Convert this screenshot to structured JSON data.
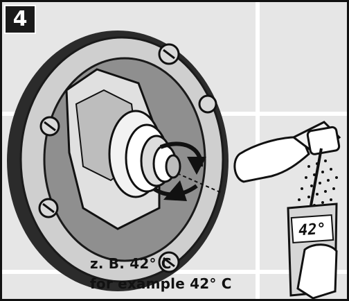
{
  "step": {
    "number": "4"
  },
  "thermometer": {
    "display": "42°"
  },
  "caption": {
    "line_de": "z. B. 42° C",
    "line_en": "for example 42° C"
  }
}
